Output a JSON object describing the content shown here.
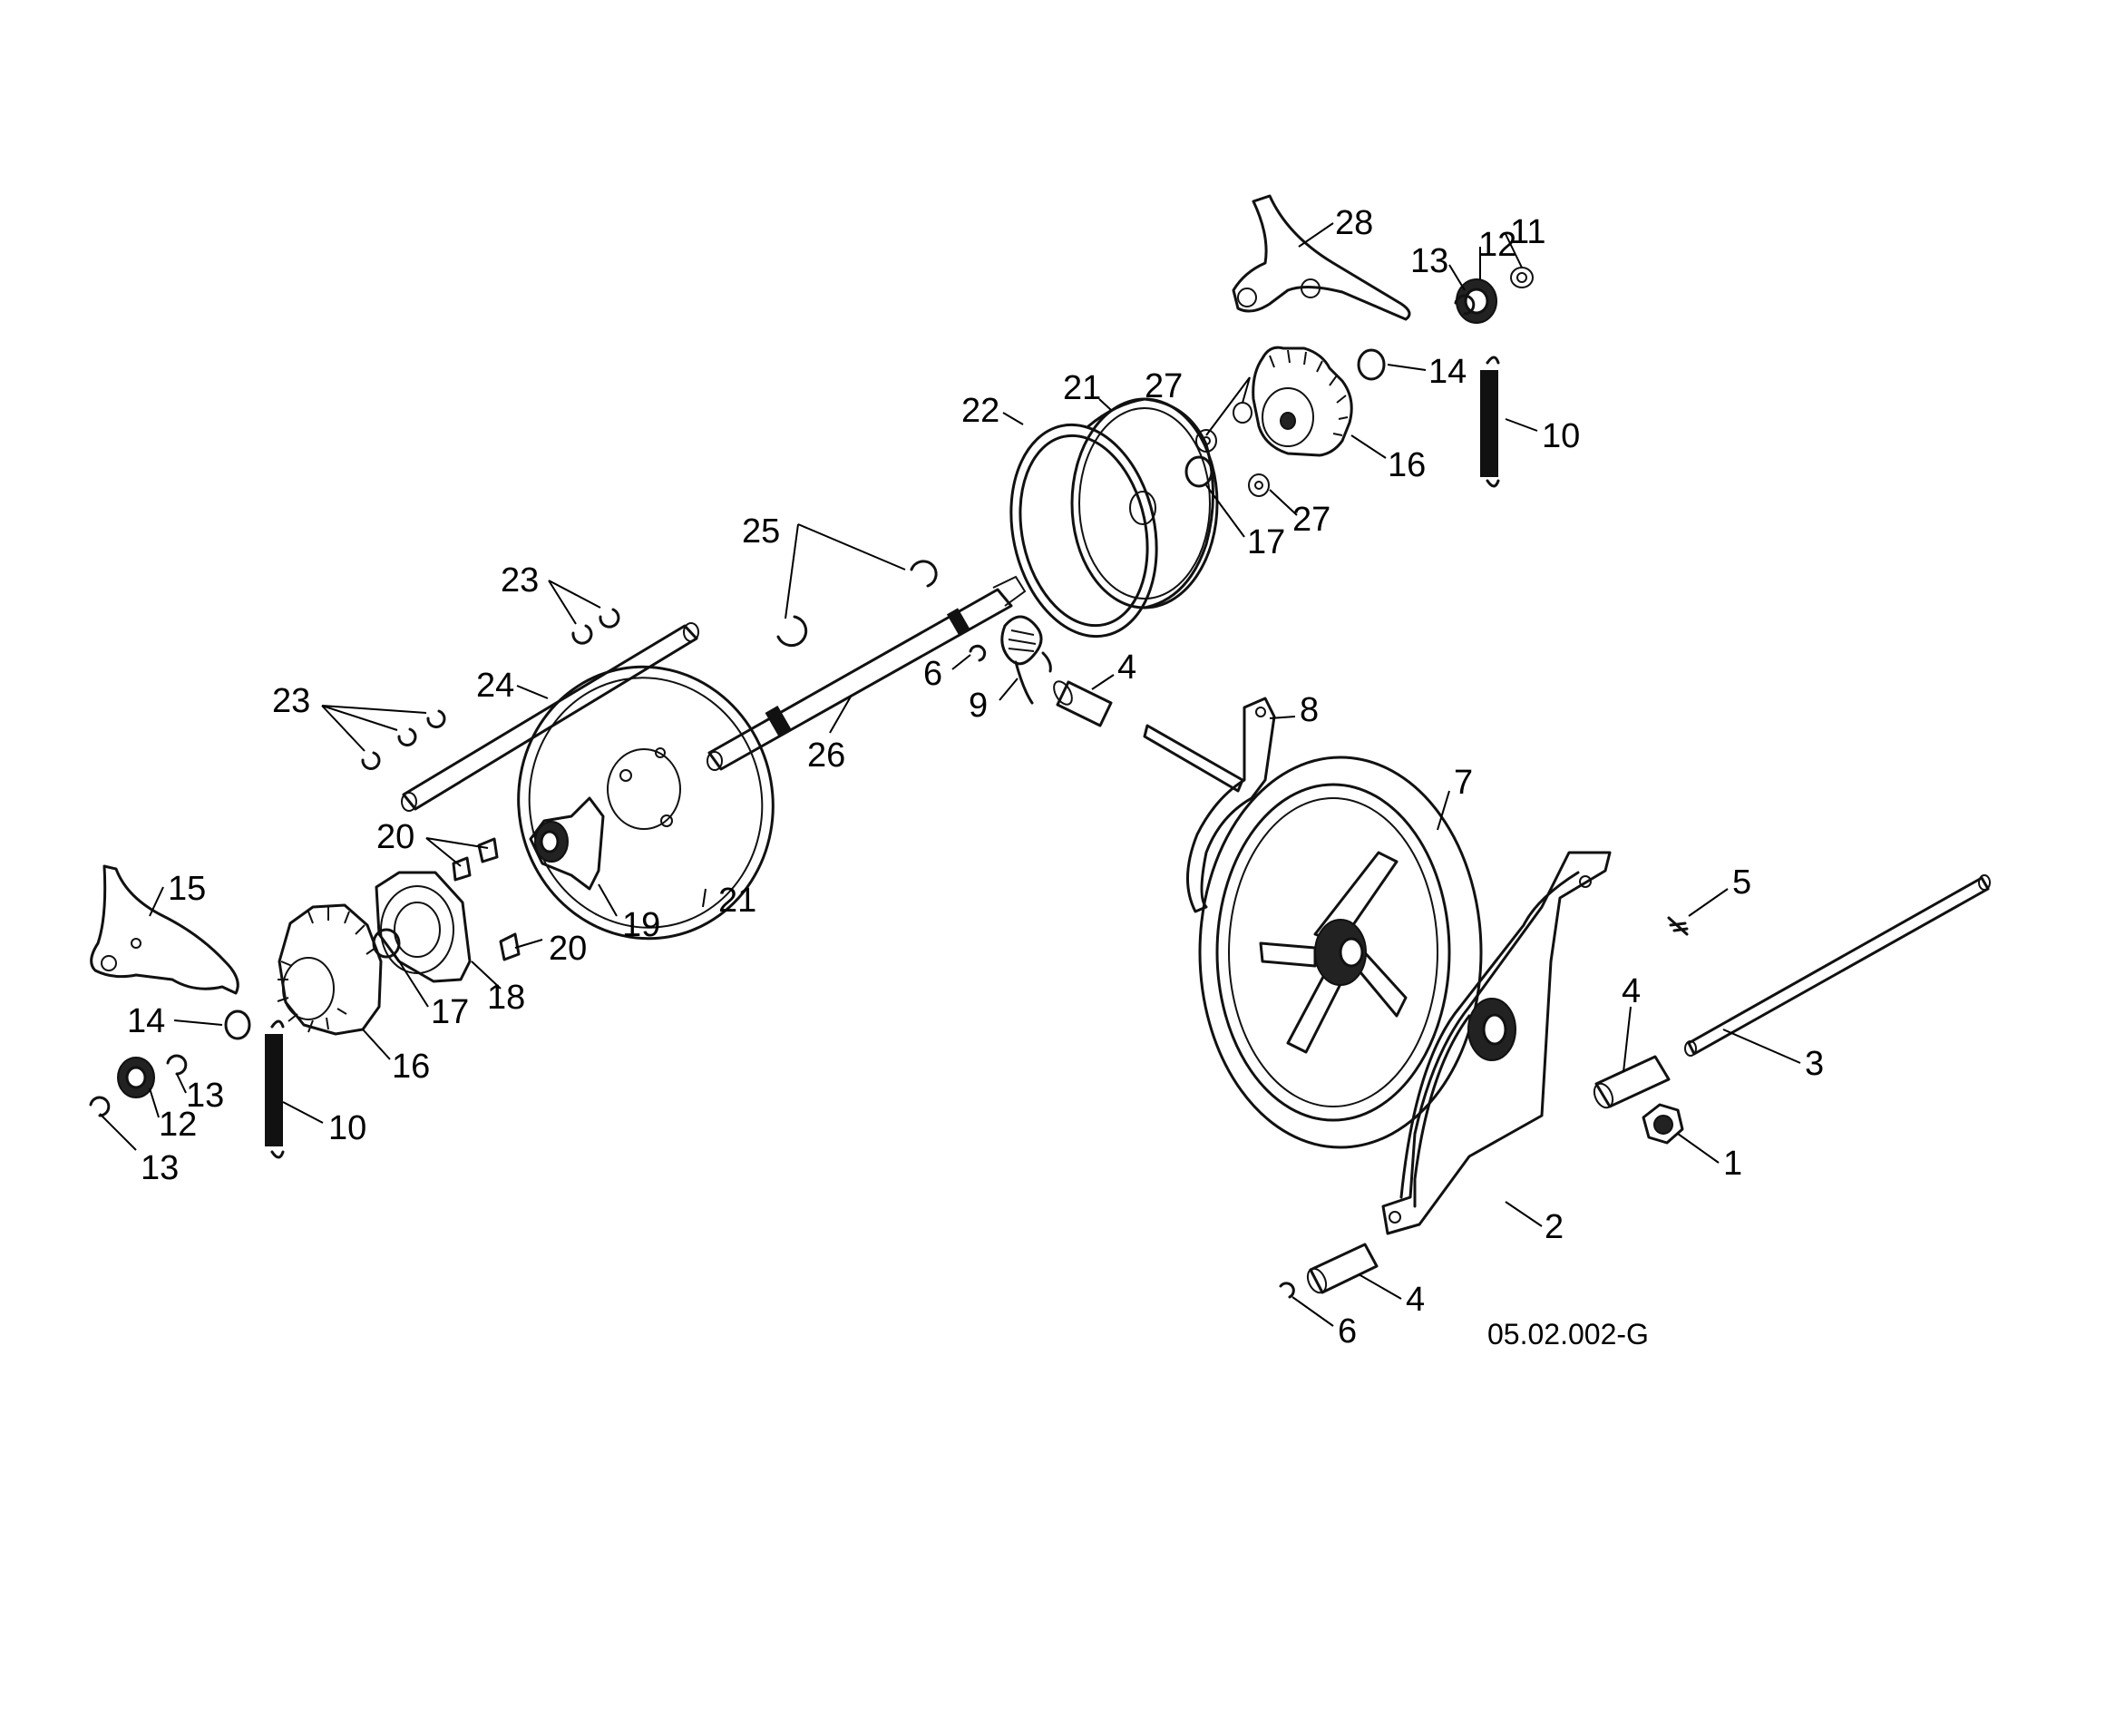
{
  "drawing_id": "05.02.002-G",
  "callouts": [
    {
      "id": "c1",
      "label": "1"
    },
    {
      "id": "c2",
      "label": "2"
    },
    {
      "id": "c3",
      "label": "3"
    },
    {
      "id": "c4a",
      "label": "4"
    },
    {
      "id": "c4b",
      "label": "4"
    },
    {
      "id": "c4c",
      "label": "4"
    },
    {
      "id": "c5",
      "label": "5"
    },
    {
      "id": "c6a",
      "label": "6"
    },
    {
      "id": "c6b",
      "label": "6"
    },
    {
      "id": "c7",
      "label": "7"
    },
    {
      "id": "c8",
      "label": "8"
    },
    {
      "id": "c9",
      "label": "9"
    },
    {
      "id": "c10a",
      "label": "10"
    },
    {
      "id": "c10b",
      "label": "10"
    },
    {
      "id": "c11",
      "label": "11"
    },
    {
      "id": "c12a",
      "label": "12"
    },
    {
      "id": "c12b",
      "label": "12"
    },
    {
      "id": "c13a",
      "label": "13"
    },
    {
      "id": "c13b",
      "label": "13"
    },
    {
      "id": "c13c",
      "label": "13"
    },
    {
      "id": "c14a",
      "label": "14"
    },
    {
      "id": "c14b",
      "label": "14"
    },
    {
      "id": "c15",
      "label": "15"
    },
    {
      "id": "c16a",
      "label": "16"
    },
    {
      "id": "c16b",
      "label": "16"
    },
    {
      "id": "c17a",
      "label": "17"
    },
    {
      "id": "c17b",
      "label": "17"
    },
    {
      "id": "c18",
      "label": "18"
    },
    {
      "id": "c19",
      "label": "19"
    },
    {
      "id": "c20a",
      "label": "20"
    },
    {
      "id": "c20b",
      "label": "20"
    },
    {
      "id": "c21a",
      "label": "21"
    },
    {
      "id": "c21b",
      "label": "21"
    },
    {
      "id": "c22",
      "label": "22"
    },
    {
      "id": "c23a",
      "label": "23"
    },
    {
      "id": "c23b",
      "label": "23"
    },
    {
      "id": "c24",
      "label": "24"
    },
    {
      "id": "c25",
      "label": "25"
    },
    {
      "id": "c26",
      "label": "26"
    },
    {
      "id": "c27a",
      "label": "27"
    },
    {
      "id": "c27b",
      "label": "27"
    },
    {
      "id": "c28",
      "label": "28"
    }
  ]
}
